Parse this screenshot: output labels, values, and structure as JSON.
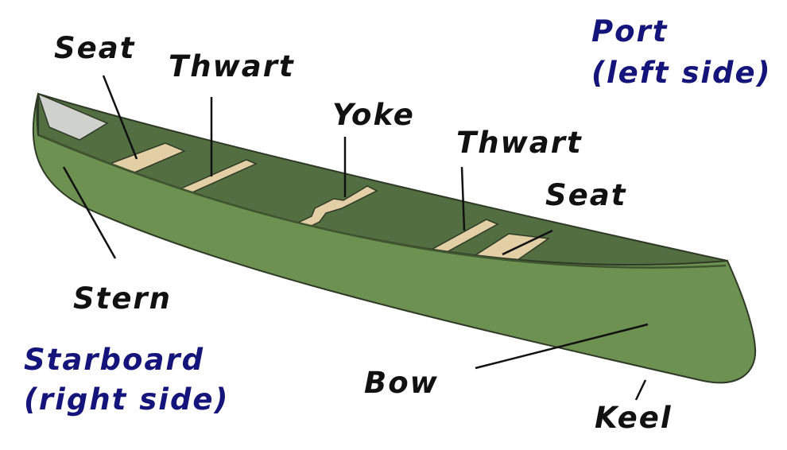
{
  "colors": {
    "hull": "#6d9150",
    "hull_shadow": "#5b7d42",
    "interior": "#536f41",
    "interior_floor": "#4d6a3d",
    "deck_plate": "#cfd1cd",
    "wood": "#e3cfa6",
    "outline": "#2f3a26",
    "part_label": "#111111",
    "side_label": "#14147a"
  },
  "labels": {
    "seat_stern": "Seat",
    "thwart_stern": "Thwart",
    "yoke": "Yoke",
    "thwart_bow": "Thwart",
    "seat_bow": "Seat",
    "stern": "Stern",
    "bow": "Bow",
    "keel": "Keel",
    "port_line1": "Port",
    "port_line2": "(left side)",
    "starboard_line1": "Starboard",
    "starboard_line2": "(right side)"
  }
}
